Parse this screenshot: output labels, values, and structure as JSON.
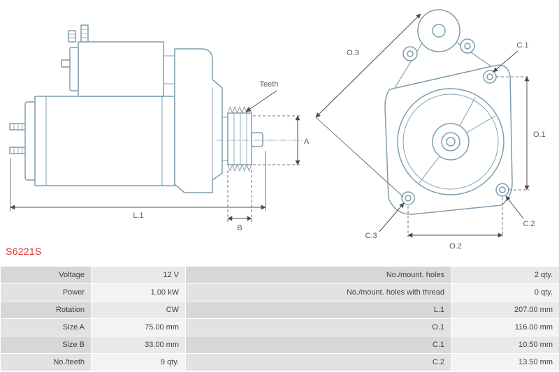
{
  "part_number": "S6221S",
  "diagram": {
    "side_view": {
      "teeth": "Teeth",
      "l1": "L.1",
      "a": "A",
      "b": "B"
    },
    "front_view": {
      "o1": "O.1",
      "o2": "O.2",
      "o3": "O.3",
      "c1": "C.1",
      "c2": "C.2",
      "c3": "C.3"
    }
  },
  "colors": {
    "accent_red": "#e0332c",
    "drawing_line": "#7f9dad",
    "dimension_line": "#4d4d4d"
  },
  "specs": {
    "rows": [
      {
        "l_label": "Voltage",
        "l_value": "12 V",
        "r_label": "No./mount. holes",
        "r_value": "2 qty."
      },
      {
        "l_label": "Power",
        "l_value": "1.00 kW",
        "r_label": "No./mount. holes with thread",
        "r_value": "0 qty."
      },
      {
        "l_label": "Rotation",
        "l_value": "CW",
        "r_label": "L.1",
        "r_value": "207.00 mm"
      },
      {
        "l_label": "Size A",
        "l_value": "75.00 mm",
        "r_label": "O.1",
        "r_value": "116.00 mm"
      },
      {
        "l_label": "Size B",
        "l_value": "33.00 mm",
        "r_label": "C.1",
        "r_value": "10.50 mm"
      },
      {
        "l_label": "No./teeth",
        "l_value": "9 qty.",
        "r_label": "C.2",
        "r_value": "13.50 mm"
      }
    ]
  }
}
